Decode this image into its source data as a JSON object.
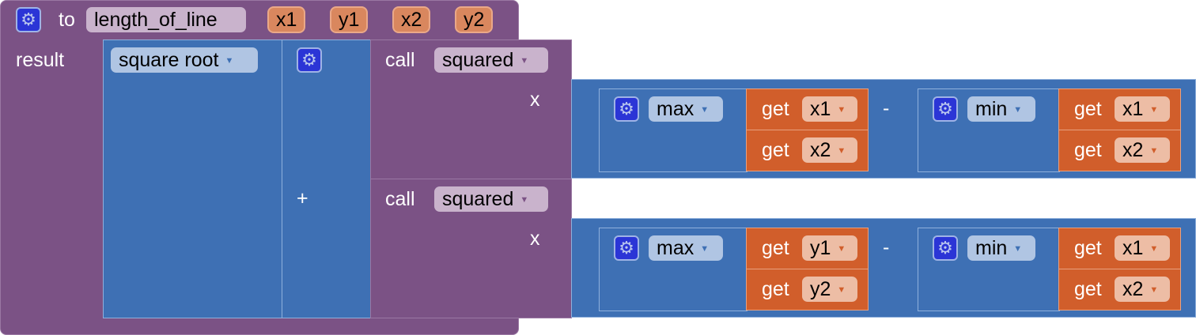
{
  "procedure": {
    "keyword": "to",
    "name": "length_of_line",
    "params": [
      "x1",
      "y1",
      "x2",
      "y2"
    ],
    "result_label": "result"
  },
  "sqrt": {
    "op": "square root"
  },
  "plus": {
    "op": "+"
  },
  "calls": [
    {
      "keyword": "call",
      "func": "squared",
      "arg_label": "x",
      "max": {
        "op": "max",
        "gets": [
          {
            "kw": "get",
            "var": "x1"
          },
          {
            "kw": "get",
            "var": "x2"
          }
        ]
      },
      "minus": "-",
      "min": {
        "op": "min",
        "gets": [
          {
            "kw": "get",
            "var": "x1"
          },
          {
            "kw": "get",
            "var": "x2"
          }
        ]
      }
    },
    {
      "keyword": "call",
      "func": "squared",
      "arg_label": "x",
      "max": {
        "op": "max",
        "gets": [
          {
            "kw": "get",
            "var": "y1"
          },
          {
            "kw": "get",
            "var": "y2"
          }
        ]
      },
      "minus": "-",
      "min": {
        "op": "min",
        "gets": [
          {
            "kw": "get",
            "var": "x1"
          },
          {
            "kw": "get",
            "var": "x2"
          }
        ]
      }
    }
  ],
  "colors": {
    "procedure": "#7b5285",
    "math": "#3e70b4",
    "variable": "#d15e2b"
  }
}
